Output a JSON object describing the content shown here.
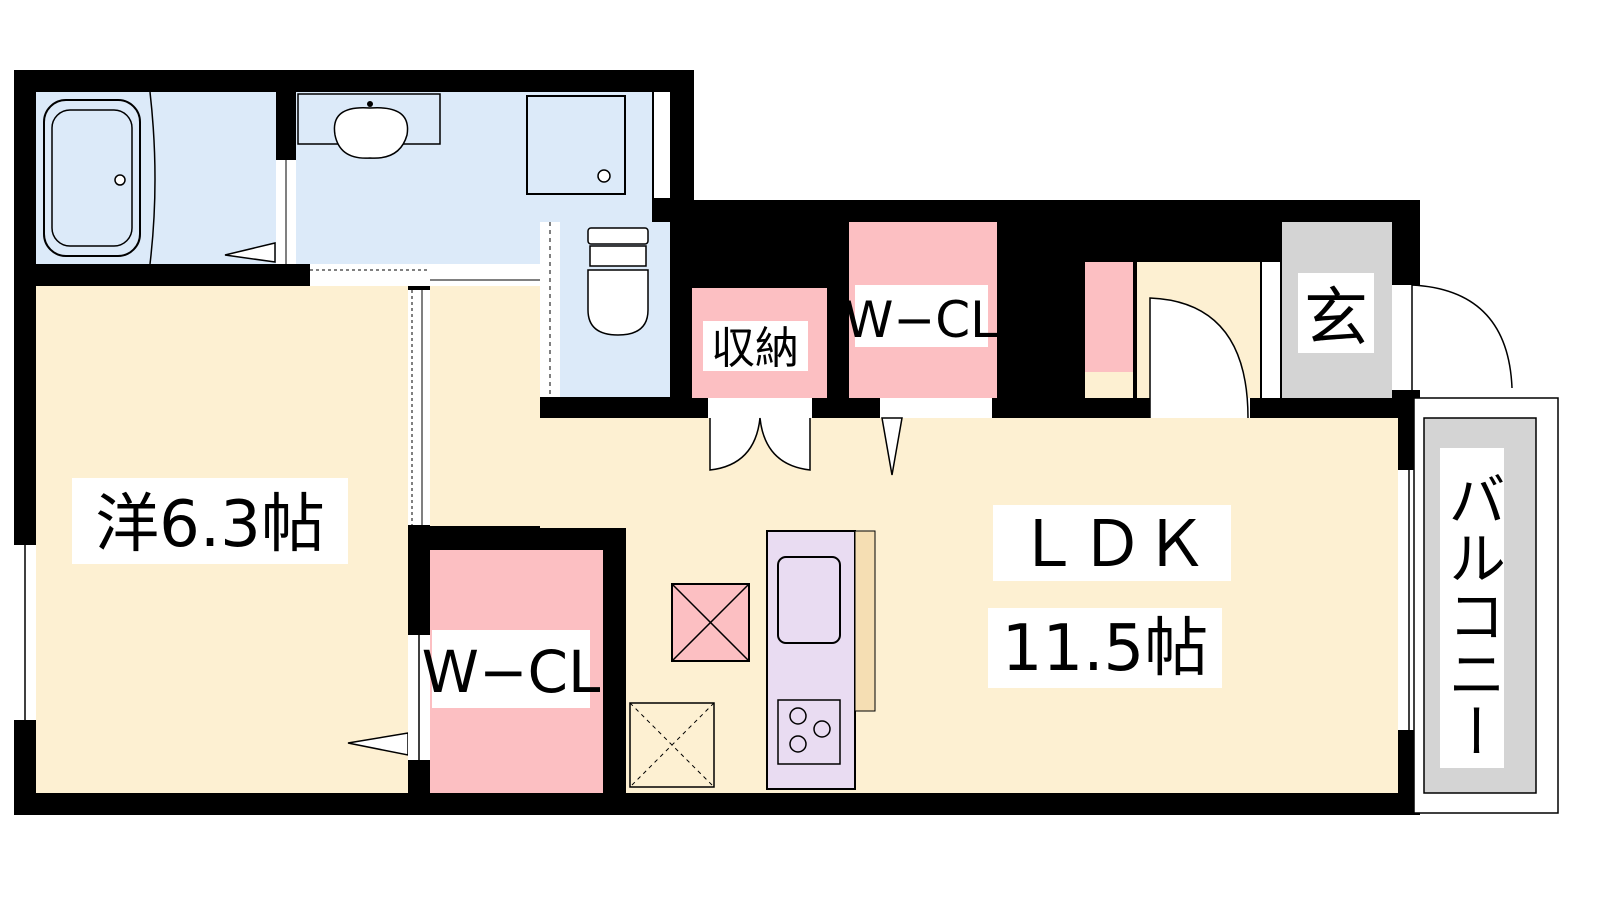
{
  "rooms": {
    "western_room": {
      "label": "洋6.3帖"
    },
    "ldk": {
      "name": "ＬＤＫ",
      "size": "11.5帖"
    },
    "wcl_lower": {
      "label": "W−CL"
    },
    "wcl_upper": {
      "label": "W−CL"
    },
    "storage": {
      "label": "収納"
    },
    "entrance": {
      "label": "玄"
    },
    "balcony": {
      "label": "バルコニー"
    }
  },
  "colors": {
    "wall": "#000000",
    "living": "#fdf0d2",
    "water": "#dceaf9",
    "closet": "#fcbfc2",
    "entrance_floor": "#d4d4d4",
    "balcony": "#d4d4d4",
    "kitchen_counter": "#e9dcf2"
  }
}
